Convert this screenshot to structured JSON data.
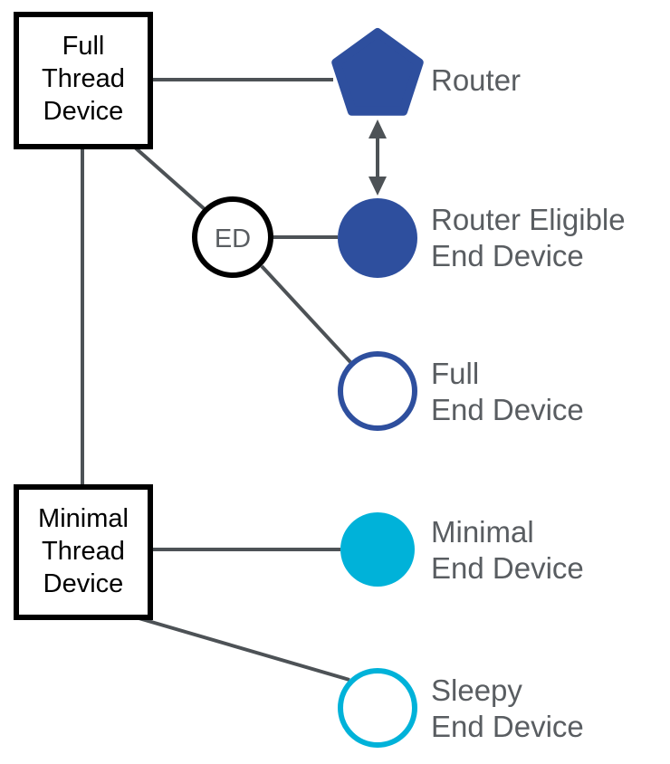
{
  "title": "Thread device types diagram",
  "colors": {
    "dark_blue": "#2e4f9e",
    "cyan": "#00b2d9",
    "line": "#4d5256",
    "text": "#595d61",
    "black": "#000000",
    "white": "#ffffff"
  },
  "nodes": {
    "full_thread_device": {
      "line1": "Full",
      "line2": "Thread",
      "line3": "Device"
    },
    "minimal_thread_device": {
      "line1": "Minimal",
      "line2": "Thread",
      "line3": "Device"
    },
    "ed_circle": {
      "label": "ED"
    },
    "router": {
      "label": "Router"
    },
    "router_eligible_end_device": {
      "line1": "Router Eligible",
      "line2": "End Device"
    },
    "full_end_device": {
      "line1": "Full",
      "line2": "End Device"
    },
    "minimal_end_device": {
      "line1": "Minimal",
      "line2": "End Device"
    },
    "sleepy_end_device": {
      "line1": "Sleepy",
      "line2": "End Device"
    }
  },
  "edges": [
    {
      "from": "full_thread_device",
      "to": "router"
    },
    {
      "from": "full_thread_device",
      "to": "ed_circle"
    },
    {
      "from": "full_thread_device",
      "to": "minimal_thread_device"
    },
    {
      "from": "ed_circle",
      "to": "router_eligible_end_device"
    },
    {
      "from": "ed_circle",
      "to": "full_end_device"
    },
    {
      "from": "router",
      "to": "router_eligible_end_device",
      "style": "double-arrow"
    },
    {
      "from": "minimal_thread_device",
      "to": "minimal_end_device"
    },
    {
      "from": "minimal_thread_device",
      "to": "sleepy_end_device"
    }
  ]
}
